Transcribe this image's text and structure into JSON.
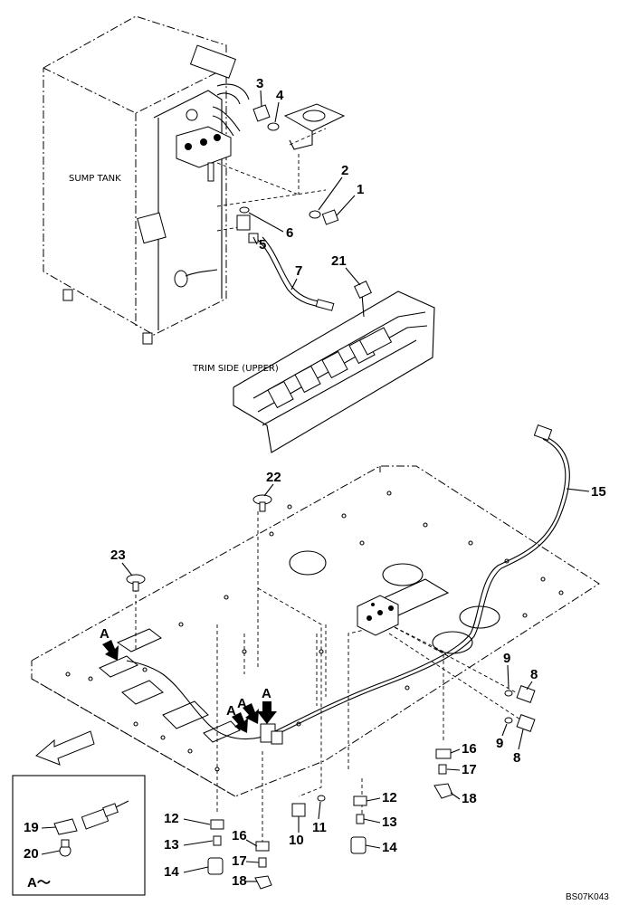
{
  "texts": {
    "sump_tank": "SUMP TANK",
    "trim_side": "TRIM SIDE (UPPER)",
    "detail_label": "A～",
    "drawing_code": "BS07K043",
    "arrow_a": "A"
  },
  "callouts": [
    "1",
    "2",
    "3",
    "4",
    "5",
    "6",
    "7",
    "8",
    "9",
    "10",
    "11",
    "12",
    "13",
    "14",
    "15",
    "16",
    "17",
    "18",
    "19",
    "20",
    "21",
    "22",
    "23"
  ]
}
